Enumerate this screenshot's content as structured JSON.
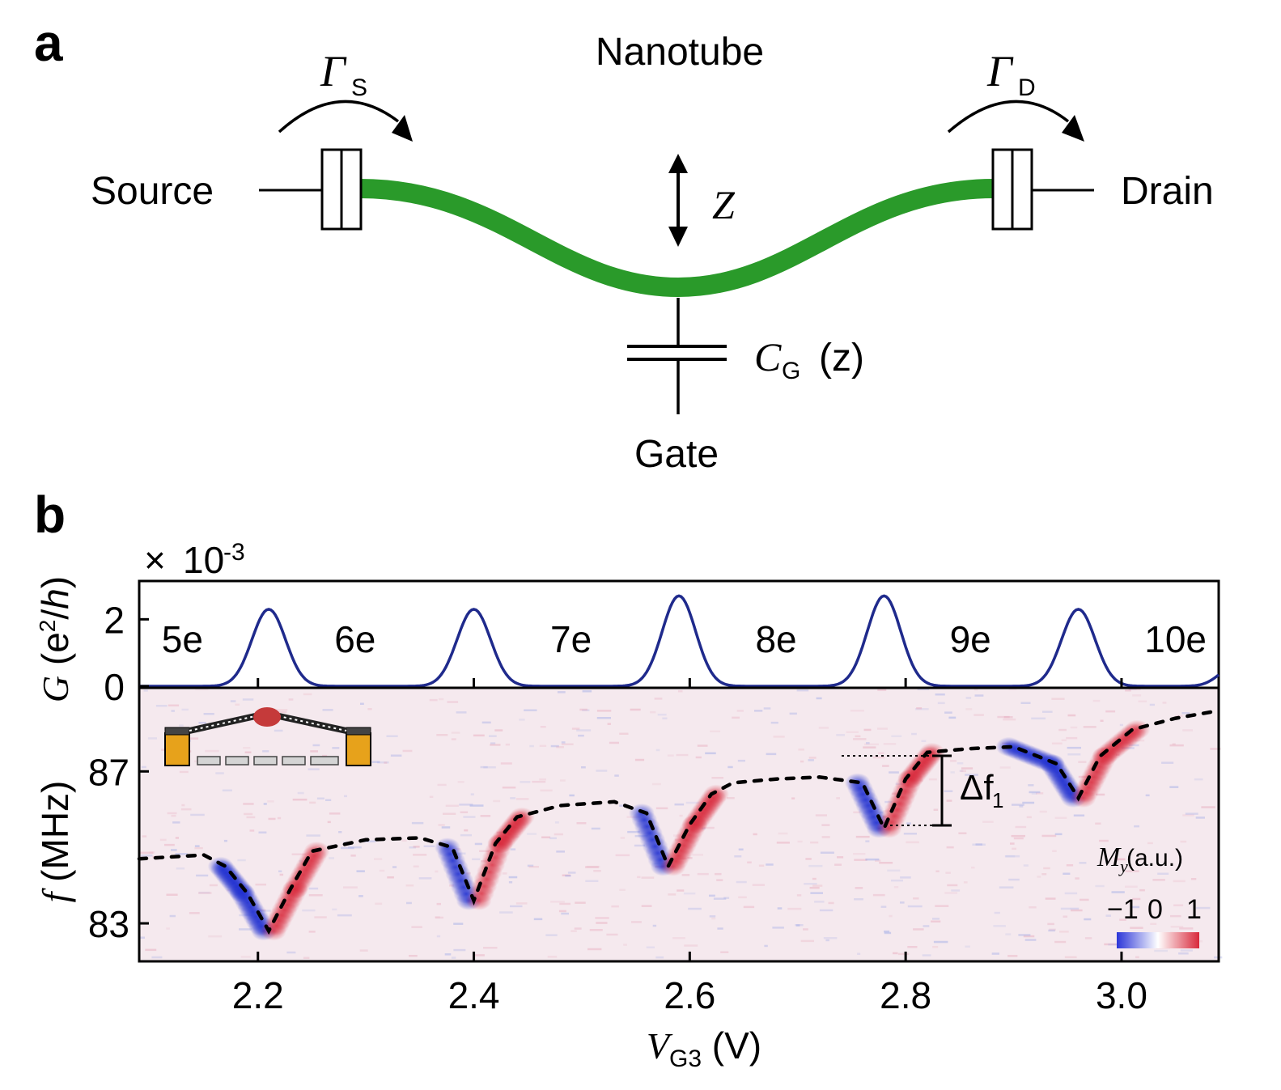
{
  "panel_a": {
    "label": "a",
    "nanotube": "Nanotube",
    "source": "Source",
    "drain": "Drain",
    "gate": "Gate",
    "gamma_symbol": "Γ",
    "gamma_s_sub": "S",
    "gamma_d_sub": "D",
    "z_label": "Z",
    "cg_symbol": "C",
    "cg_sub": "G",
    "cg_arg": "(z)",
    "tube_color": "#2a9a2a"
  },
  "panel_b": {
    "label": "b",
    "scale_prefix": "×",
    "scale_base": "10",
    "scale_exp": "-3",
    "g_axis": {
      "var": "G",
      "open": " (e",
      "sup": "2",
      "slash": "/",
      "h": "h",
      "close": ")"
    },
    "f_axis": {
      "var": "f",
      "unit": " (MHz)"
    },
    "x_axis": {
      "var": "V",
      "sub": "G3",
      "unit": " (V)"
    },
    "delta_f": {
      "symbol": "Δf",
      "sub": "1"
    },
    "my_label": {
      "var": "M",
      "sub": "y",
      "unit": " (a.u.)"
    },
    "colorbar_ticks": [
      "−1",
      "0",
      "1"
    ],
    "colorbar_colors": [
      "#2b35d8",
      "#ffffff",
      "#d8283a"
    ],
    "trace_color": "#1f2a8c"
  },
  "chart_data": [
    {
      "type": "line",
      "title": "",
      "xlabel": "VG3 (V)",
      "ylabel": "G (e2/h)",
      "multiplier": "×10-3",
      "xlim": [
        2.09,
        3.09
      ],
      "ylim": [
        0,
        3
      ],
      "yticks": [
        "2",
        "0"
      ],
      "x_peaks": [
        2.21,
        2.4,
        2.59,
        2.78,
        2.96
      ],
      "y_peaks": [
        2.3,
        2.3,
        2.7,
        2.7,
        2.3
      ],
      "region_labels": [
        "5e",
        "6e",
        "7e",
        "8e",
        "9e",
        "10e"
      ],
      "region_x": [
        2.13,
        2.29,
        2.49,
        2.68,
        2.86,
        3.05
      ]
    },
    {
      "type": "scatter",
      "title": "",
      "xlabel": "VG3 (V)",
      "ylabel": "f (MHz)",
      "xlim": [
        2.09,
        3.09
      ],
      "ylim": [
        82.0,
        89.2
      ],
      "xticks": [
        "2.2",
        "2.4",
        "2.6",
        "2.8",
        "3.0"
      ],
      "yticks": [
        "87",
        "83"
      ],
      "colorbar": {
        "label": "My (a.u.)",
        "range": [
          -1,
          1
        ]
      },
      "series": [
        {
          "x": [
            2.09,
            2.12,
            2.15,
            2.17,
            2.19,
            2.21,
            2.23,
            2.25,
            2.3,
            2.35,
            2.38,
            2.4,
            2.42,
            2.44,
            2.48,
            2.53,
            2.56,
            2.58,
            2.6,
            2.62,
            2.64,
            2.68,
            2.72,
            2.76,
            2.78,
            2.8,
            2.82,
            2.86,
            2.9,
            2.94,
            2.96,
            2.98,
            3.01,
            3.05,
            3.09
          ],
          "y": [
            84.7,
            84.75,
            84.8,
            84.5,
            83.8,
            82.8,
            83.9,
            84.9,
            85.2,
            85.25,
            85.0,
            83.6,
            85.1,
            85.8,
            86.1,
            86.2,
            85.9,
            84.5,
            85.6,
            86.4,
            86.7,
            86.8,
            86.85,
            86.7,
            85.5,
            86.8,
            87.5,
            87.6,
            87.65,
            87.2,
            86.3,
            87.4,
            88.1,
            88.4,
            88.6
          ]
        }
      ]
    }
  ]
}
